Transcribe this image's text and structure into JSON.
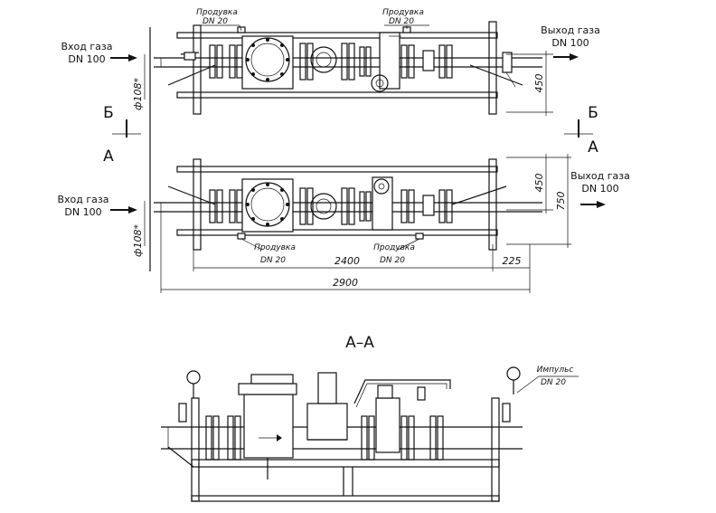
{
  "labels": {
    "inlet_top": [
      "Вход газа",
      "DN 100"
    ],
    "outlet_top": [
      "Выход газа",
      "DN 100"
    ],
    "inlet_bottom": [
      "Вход газа",
      "DN 100"
    ],
    "outlet_bottom": [
      "Выход газа",
      "DN 100"
    ],
    "purge": "Продувка",
    "purge_dn": "DN 20",
    "impulse": "Импульс",
    "impulse_dn": "DN 20",
    "section_b": "Б",
    "section_a": "А",
    "section_title": "А–А",
    "pipe_diam": "ф108*"
  },
  "dimensions": {
    "d450a": "450",
    "d450b": "450",
    "d750": "750",
    "d2400": "2400",
    "d225": "225",
    "d2900": "2900"
  }
}
